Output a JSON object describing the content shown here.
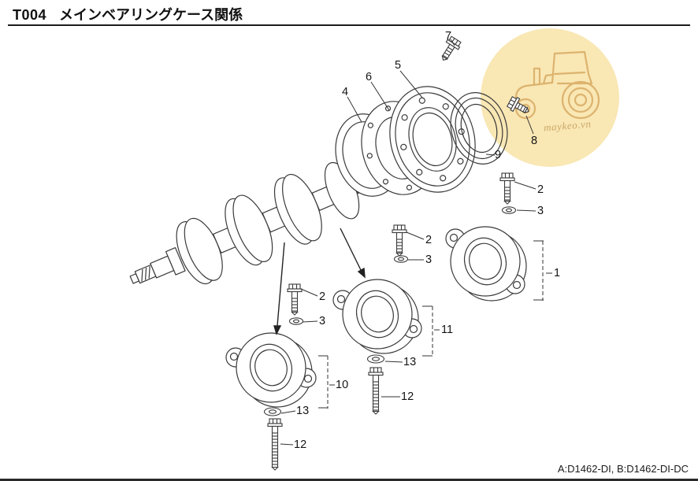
{
  "header": {
    "code": "T004",
    "title": "メインベアリングケース関係"
  },
  "watermark": {
    "text": "maykeo.vn"
  },
  "footer": {
    "models": "A:D1462-DI,  B:D1462-DI-DC"
  },
  "diagram": {
    "labels": [
      "7",
      "5",
      "6",
      "4",
      "9",
      "8",
      "2",
      "3",
      "1",
      "2",
      "3",
      "11",
      "13",
      "12",
      "2",
      "3",
      "10",
      "13",
      "12"
    ]
  }
}
